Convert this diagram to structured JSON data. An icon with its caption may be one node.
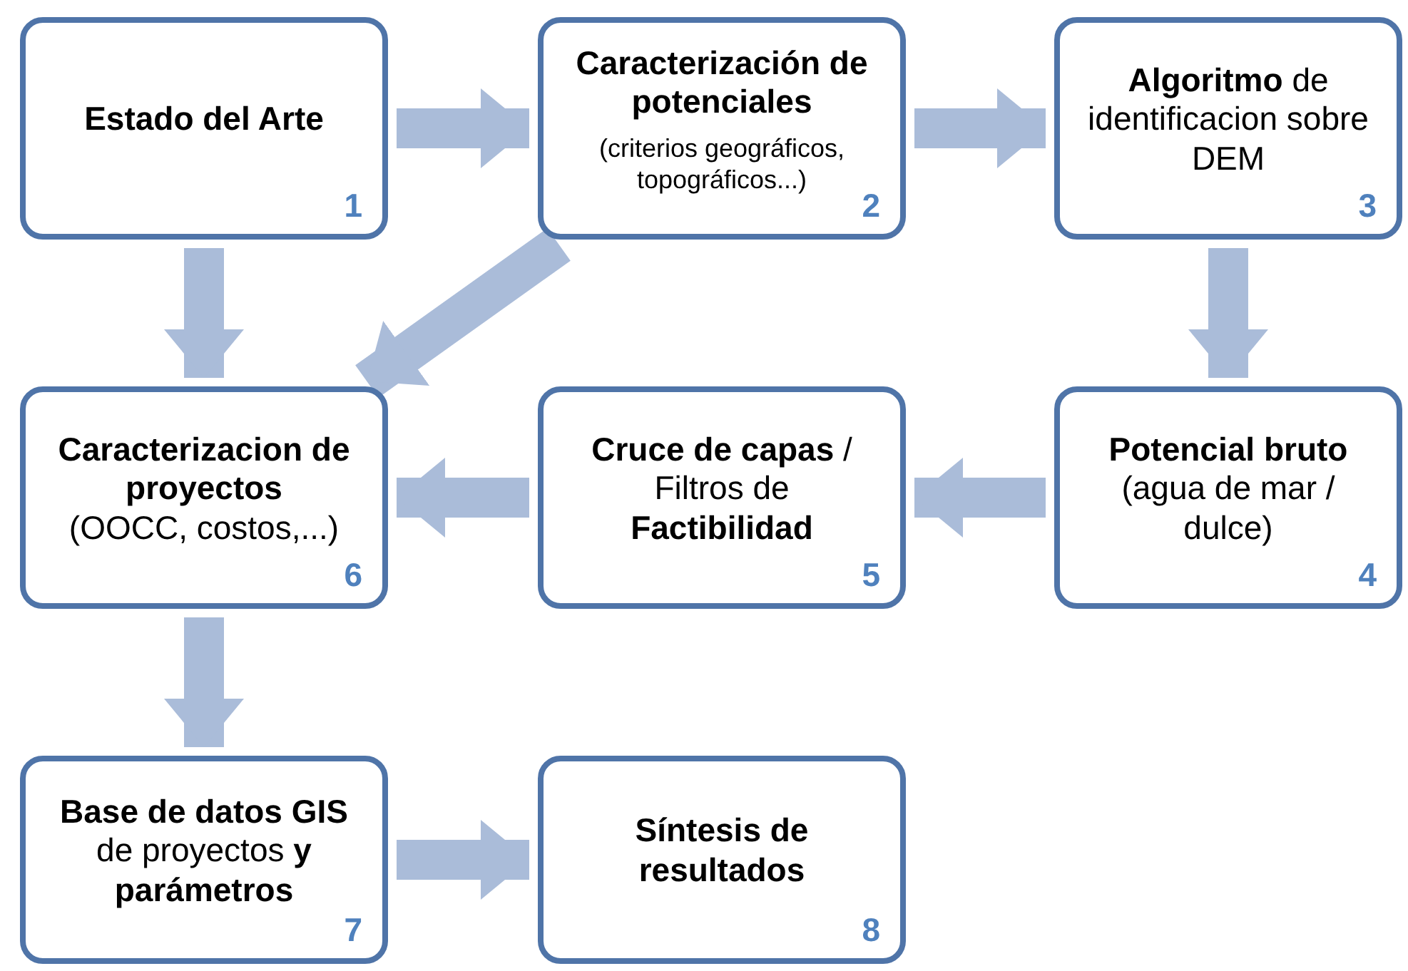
{
  "diagram": {
    "nodes": [
      {
        "text": [
          "Estado del Arte",
          "1"
        ]
      },
      {
        "text": [
          "Caracterización de potenciales",
          "(criterios geográficos, topográficos...)",
          "2"
        ]
      },
      {
        "text": [
          "**Algoritmo** de identificacion sobre DEM",
          "3"
        ]
      },
      {
        "text": [
          "Potencial bruto",
          "(agua de mar / dulce)",
          "4"
        ]
      },
      {
        "text": [
          "**Cruce de capas** / Filtros de **Factibilidad**",
          "5"
        ]
      },
      {
        "text": [
          "Caracterizacion de proyectos",
          "(OOCC, costos,...)",
          "6"
        ]
      },
      {
        "text": [
          "**Base de datos GIS** de proyectos **y parámetros**",
          "7"
        ]
      },
      {
        "text": [
          "Síntesis de resultados",
          "8"
        ]
      }
    ],
    "edges": [
      {
        "from": 0,
        "to": 1,
        "arrow": "to"
      },
      {
        "from": 1,
        "to": 2,
        "arrow": "to"
      },
      {
        "from": 2,
        "to": 3,
        "arrow": "to"
      },
      {
        "from": 3,
        "to": 4,
        "arrow": "to"
      },
      {
        "from": 4,
        "to": 5,
        "arrow": "to"
      },
      {
        "from": 0,
        "to": 5,
        "arrow": "to"
      },
      {
        "from": 1,
        "to": 5,
        "arrow": "to"
      },
      {
        "from": 5,
        "to": 6,
        "arrow": "to"
      },
      {
        "from": 6,
        "to": 7,
        "arrow": "to"
      }
    ]
  }
}
